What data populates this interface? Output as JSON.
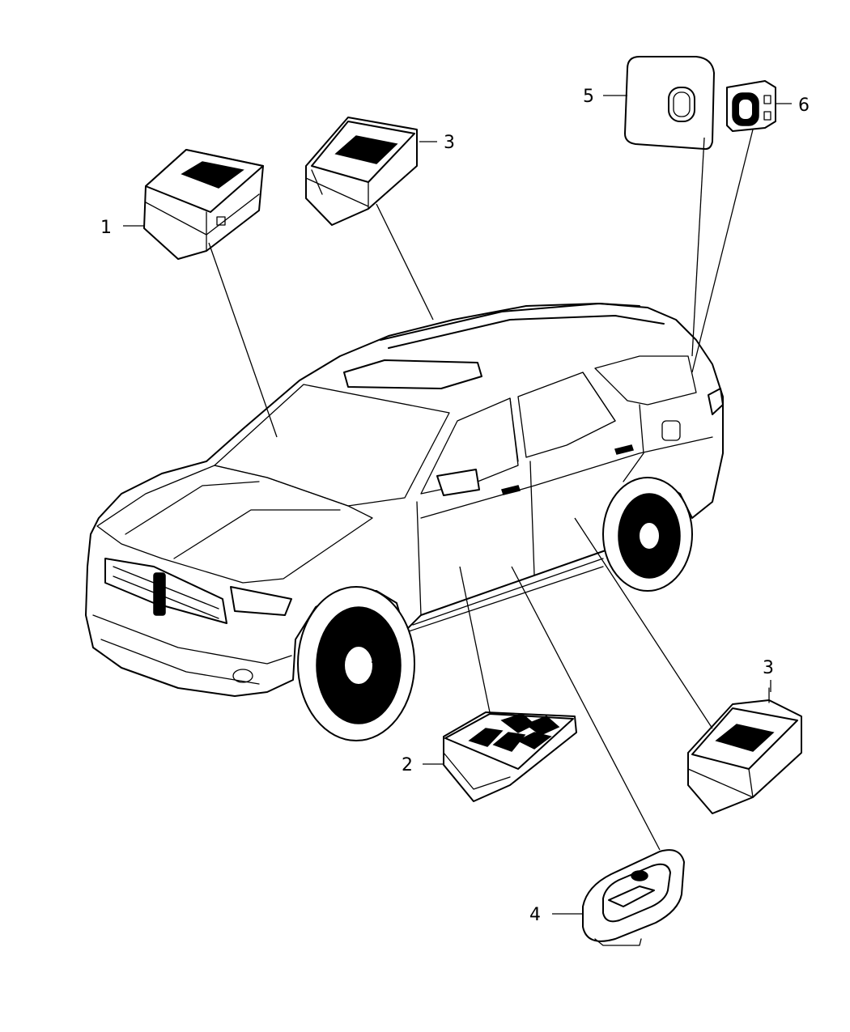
{
  "callouts": {
    "c1": "1",
    "c2": "2",
    "c3_top": "3",
    "c3_right": "3",
    "c4": "4",
    "c5": "5",
    "c6": "6"
  }
}
